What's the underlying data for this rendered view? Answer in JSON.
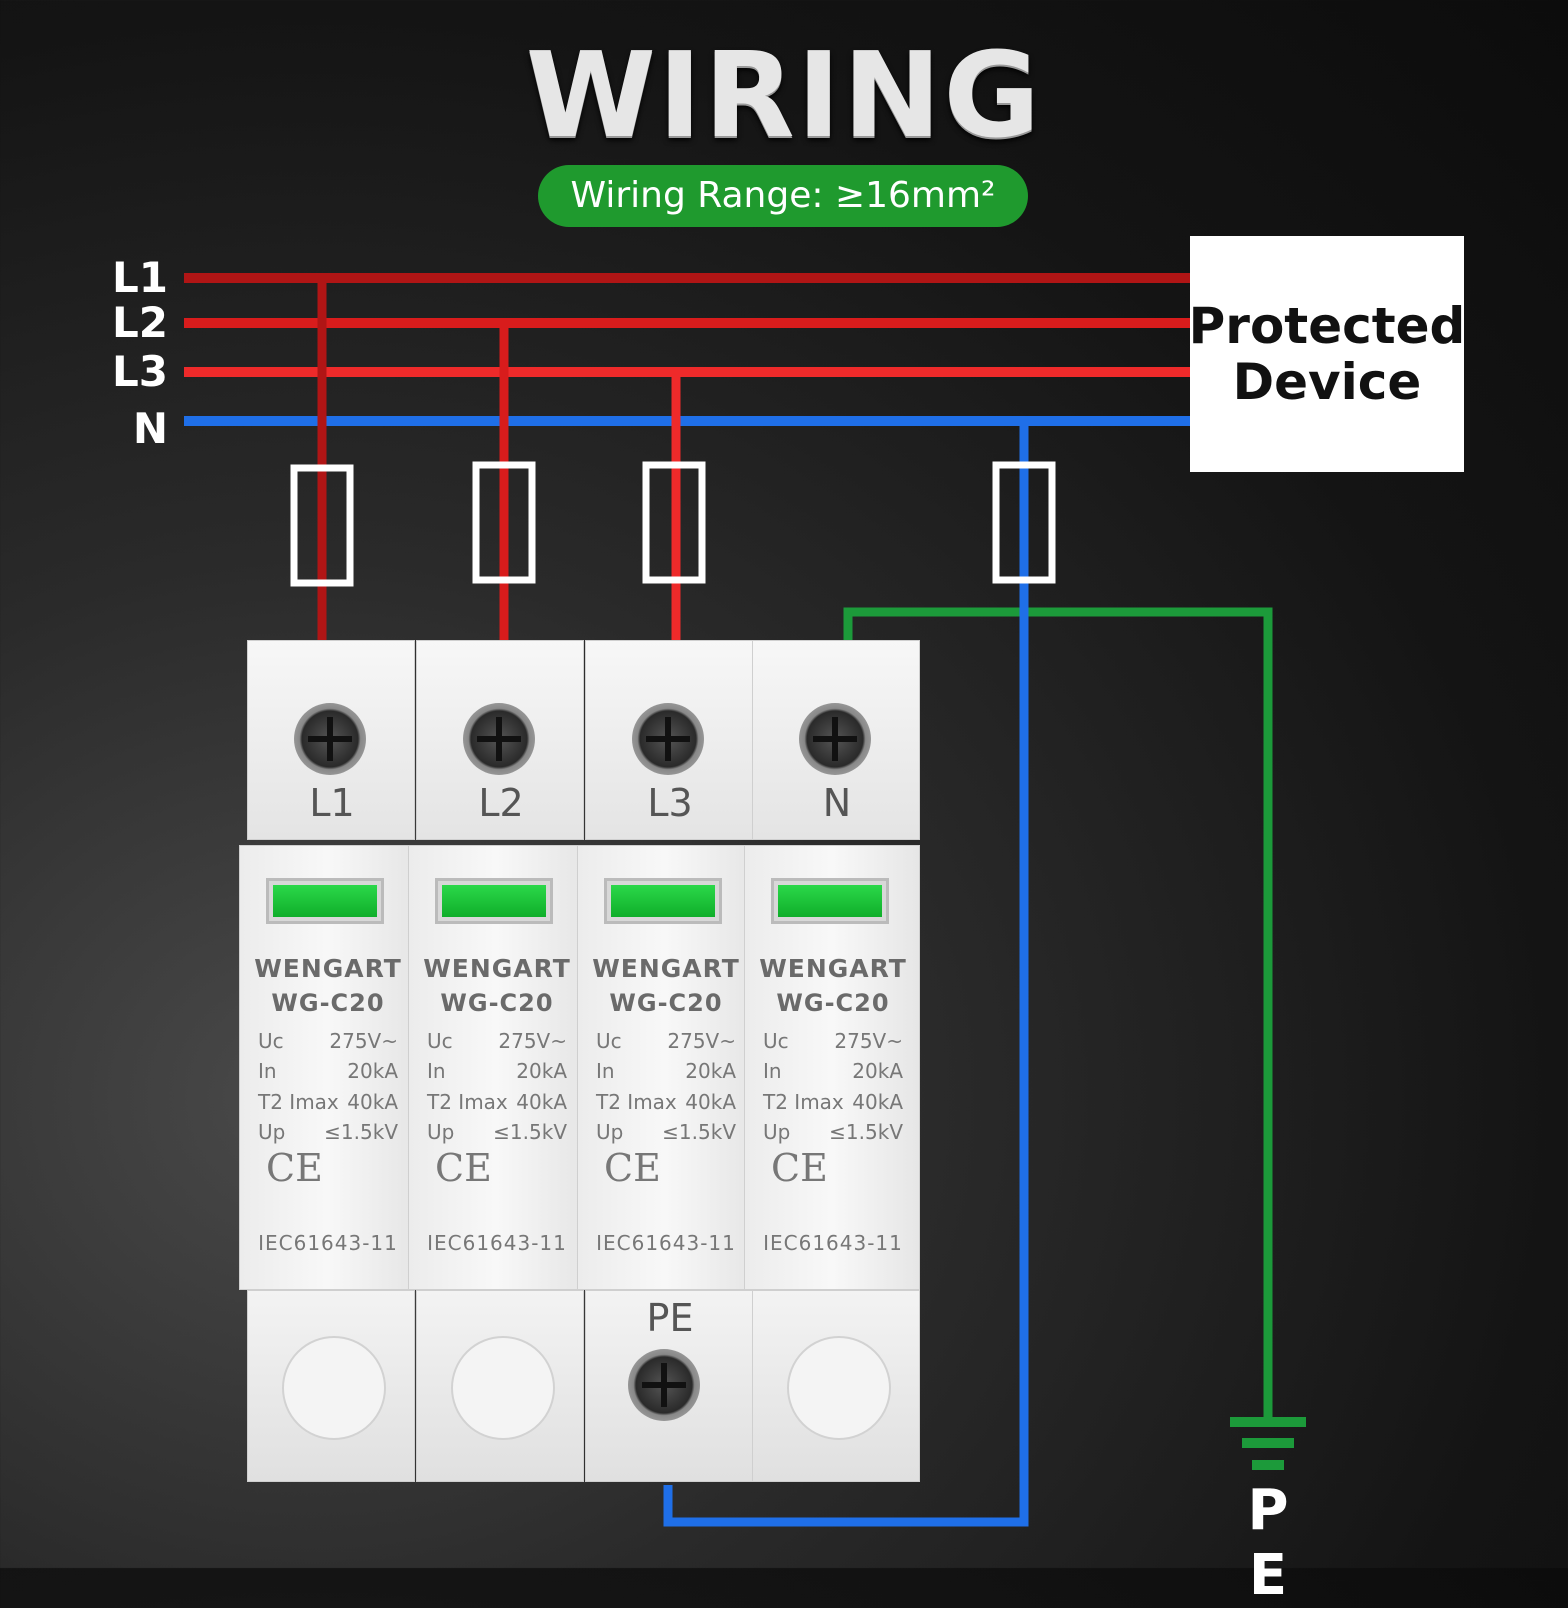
{
  "title": "WIRING",
  "wiring_range": "Wiring Range: ≥16mm²",
  "lines": [
    {
      "label": "L1",
      "color": "#b01515"
    },
    {
      "label": "L2",
      "color": "#d81c1c"
    },
    {
      "label": "L3",
      "color": "#ee2a2a"
    },
    {
      "label": "N",
      "color": "#1f6fe8"
    }
  ],
  "pe_color": "#1c9a3a",
  "protected_device": "Protected\nDevice",
  "ground_label": "P E",
  "modules": [
    {
      "terminal": "L1",
      "brand": "WENGART",
      "model": "WG-C20",
      "specs": [
        {
          "k": "Uc",
          "v": "275V~"
        },
        {
          "k": "In",
          "v": "20kA"
        },
        {
          "k": "T2 Imax",
          "v": "40kA"
        },
        {
          "k": "Up",
          "v": "≤1.5kV"
        }
      ],
      "ce": "CE",
      "standard": "IEC61643-11",
      "bottom_label": ""
    },
    {
      "terminal": "L2",
      "brand": "WENGART",
      "model": "WG-C20",
      "specs": [
        {
          "k": "Uc",
          "v": "275V~"
        },
        {
          "k": "In",
          "v": "20kA"
        },
        {
          "k": "T2 Imax",
          "v": "40kA"
        },
        {
          "k": "Up",
          "v": "≤1.5kV"
        }
      ],
      "ce": "CE",
      "standard": "IEC61643-11",
      "bottom_label": ""
    },
    {
      "terminal": "L3",
      "brand": "WENGART",
      "model": "WG-C20",
      "specs": [
        {
          "k": "Uc",
          "v": "275V~"
        },
        {
          "k": "In",
          "v": "20kA"
        },
        {
          "k": "T2 Imax",
          "v": "40kA"
        },
        {
          "k": "Up",
          "v": "≤1.5kV"
        }
      ],
      "ce": "CE",
      "standard": "IEC61643-11",
      "bottom_label": "PE"
    },
    {
      "terminal": "N",
      "brand": "WENGART",
      "model": "WG-C20",
      "specs": [
        {
          "k": "Uc",
          "v": "275V~"
        },
        {
          "k": "In",
          "v": "20kA"
        },
        {
          "k": "T2 Imax",
          "v": "40kA"
        },
        {
          "k": "Up",
          "v": "≤1.5kV"
        }
      ],
      "ce": "CE",
      "standard": "IEC61643-11",
      "bottom_label": ""
    }
  ]
}
